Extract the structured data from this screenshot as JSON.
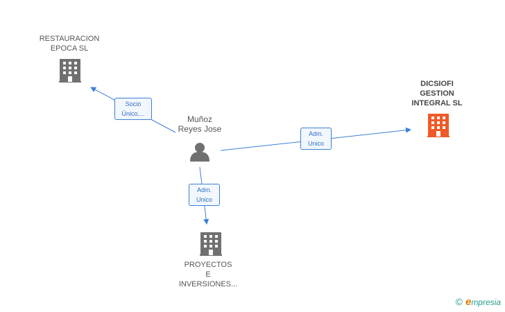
{
  "nodes": {
    "person": {
      "name_line1": "Muñoz",
      "name_line2": "Reyes Jose"
    },
    "restauracion": {
      "line1": "RESTAURACION",
      "line2": "EPOCA SL"
    },
    "dicsiofi": {
      "line1": "DICSIOFI",
      "line2": "GESTION",
      "line3": "INTEGRAL SL"
    },
    "proyectos": {
      "line1": "PROYECTOS",
      "line2": "E",
      "line3": "INVERSIONES..."
    }
  },
  "edges": {
    "to_restauracion": {
      "line1": "Socio",
      "line2": "Único,..."
    },
    "to_dicsiofi": {
      "line1": "Adm.",
      "line2": "Unico"
    },
    "to_proyectos": {
      "line1": "Adm.",
      "line2": "Unico"
    }
  },
  "colors": {
    "edge": "#3a7fd5",
    "building_default": "#707070",
    "building_highlight": "#f05a28",
    "person": "#707070"
  },
  "footer": {
    "copyright": "©",
    "brand_initial": "e",
    "brand_rest": "mpresia"
  }
}
